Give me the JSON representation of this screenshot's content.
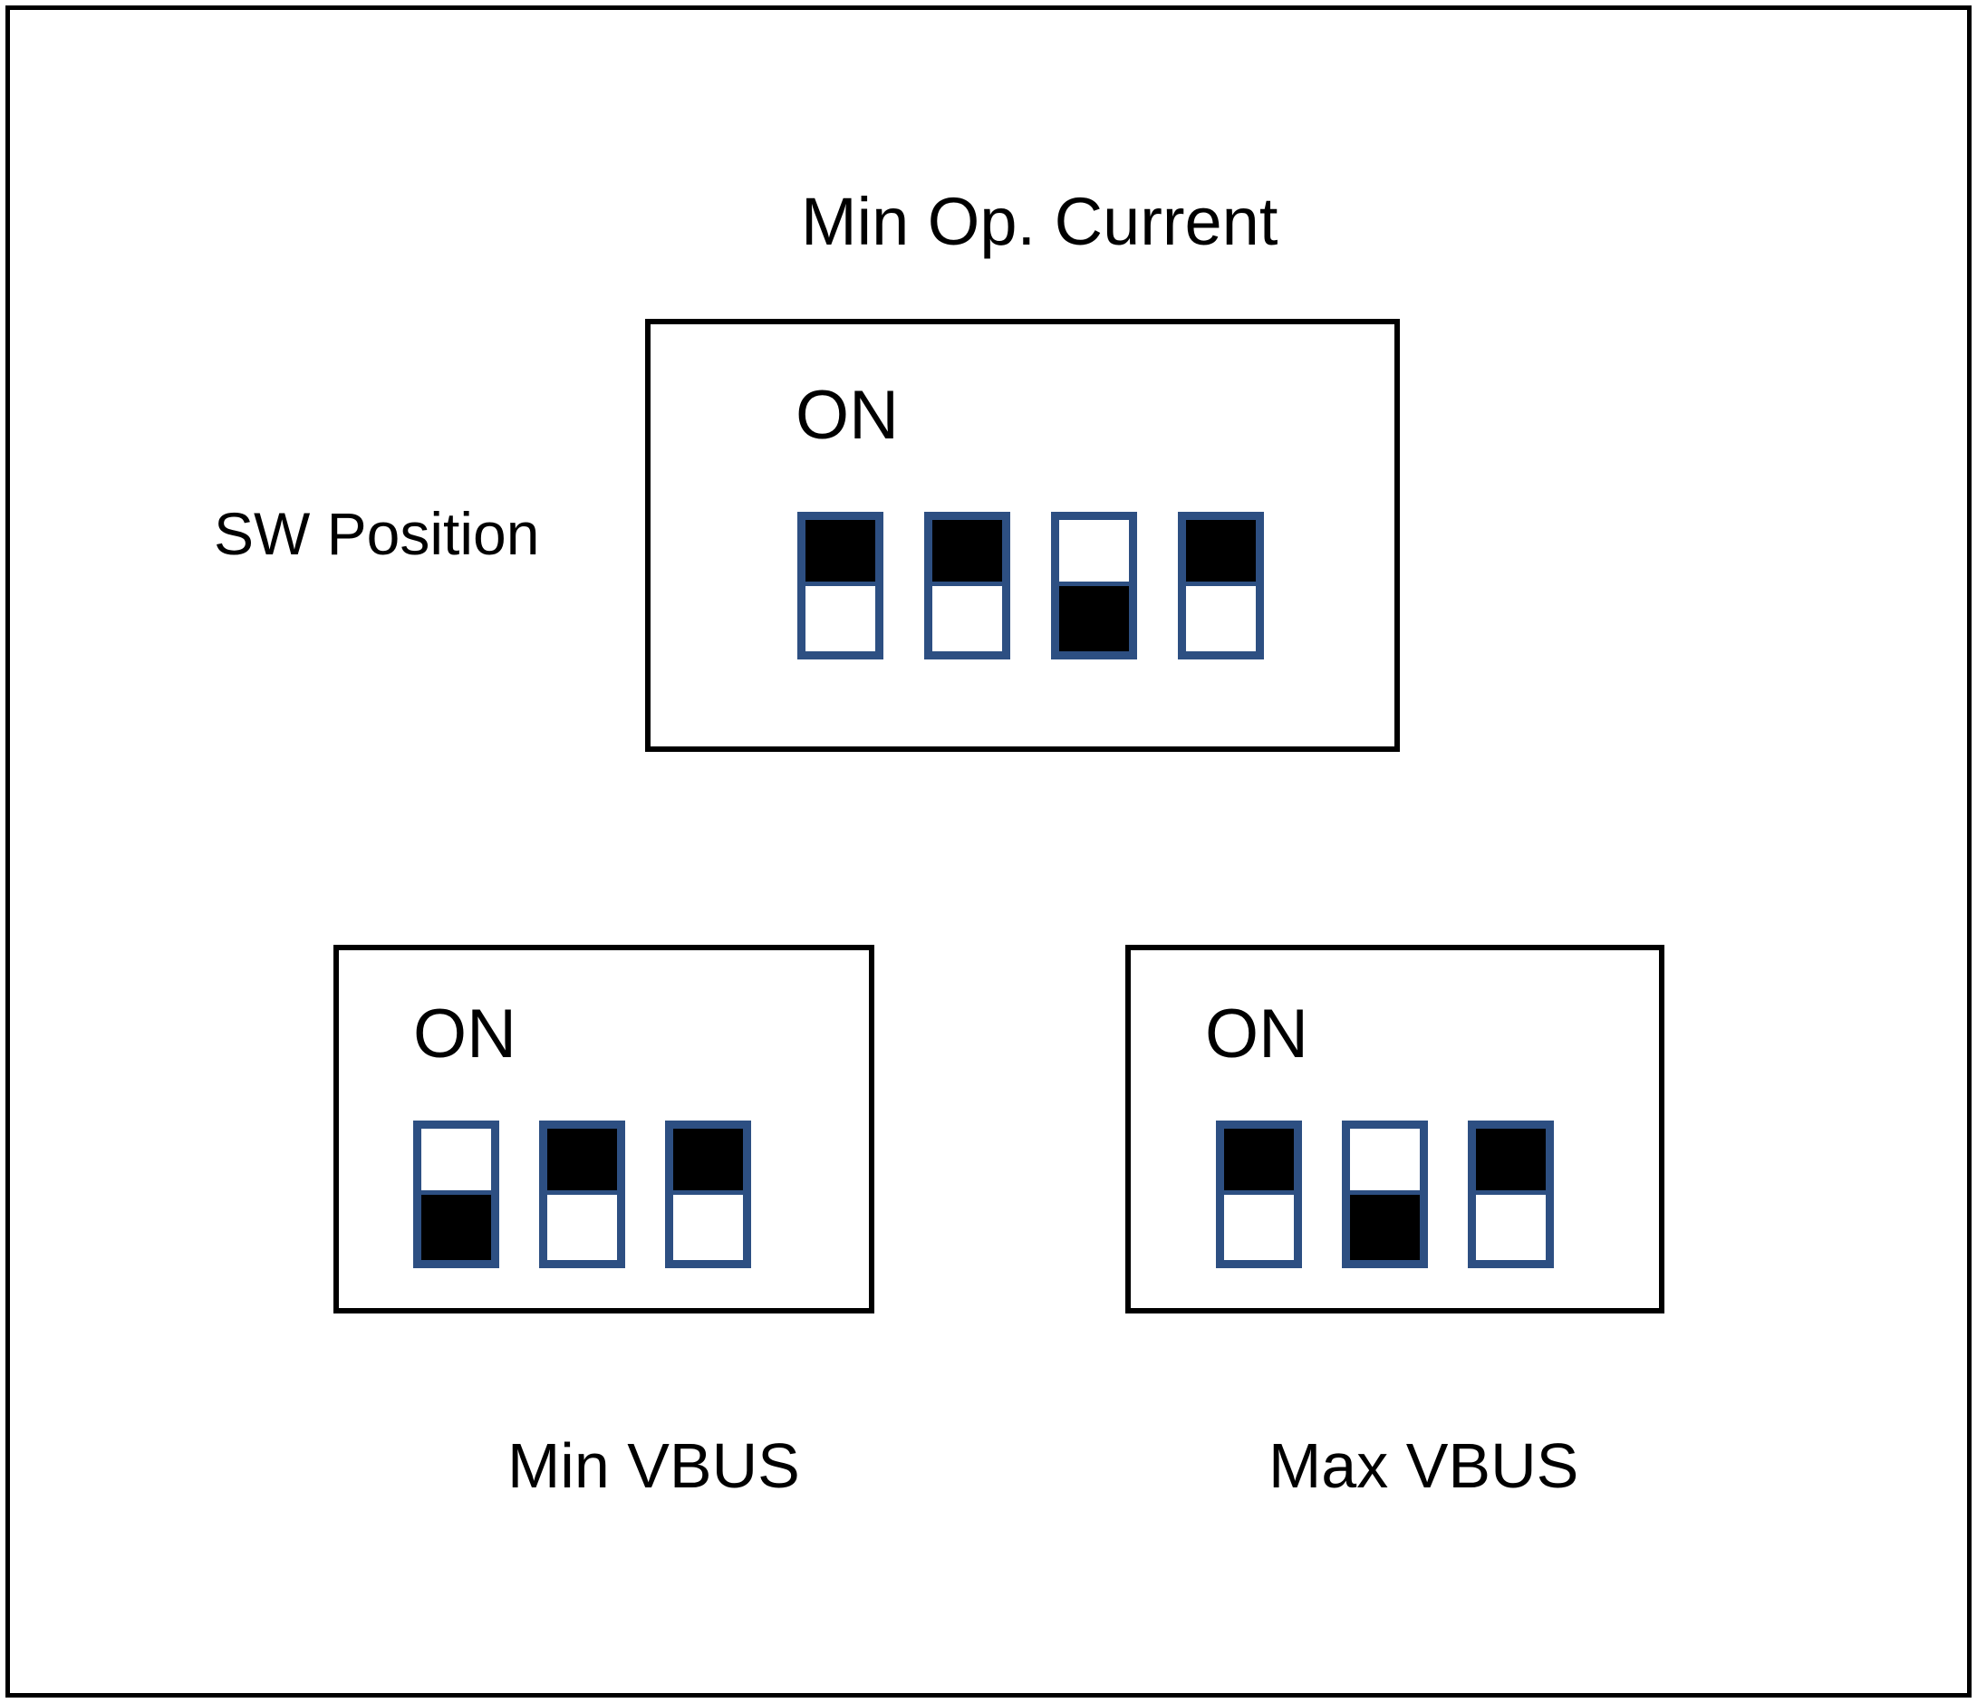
{
  "diagram": {
    "title": "Min Op. Current",
    "side_label": "SW Position",
    "on_label": "ON",
    "border_color": "#000000",
    "switch_border_color": "#2d4f82",
    "switch_fill_color": "#000000",
    "background_color": "#ffffff"
  },
  "banks": [
    {
      "id": "min-op-current",
      "title": "Min Op. Current",
      "caption": "",
      "on_label": "ON",
      "switch_count": 4,
      "switches": [
        {
          "index": 1,
          "position": "up",
          "state": "ON"
        },
        {
          "index": 2,
          "position": "up",
          "state": "ON"
        },
        {
          "index": 3,
          "position": "down",
          "state": "OFF"
        },
        {
          "index": 4,
          "position": "up",
          "state": "ON"
        }
      ]
    },
    {
      "id": "min-vbus",
      "title": "",
      "caption": "Min VBUS",
      "on_label": "ON",
      "switch_count": 3,
      "switches": [
        {
          "index": 1,
          "position": "down",
          "state": "OFF"
        },
        {
          "index": 2,
          "position": "up",
          "state": "ON"
        },
        {
          "index": 3,
          "position": "up",
          "state": "ON"
        }
      ]
    },
    {
      "id": "max-vbus",
      "title": "",
      "caption": "Max VBUS",
      "on_label": "ON",
      "switch_count": 3,
      "switches": [
        {
          "index": 1,
          "position": "up",
          "state": "ON"
        },
        {
          "index": 2,
          "position": "down",
          "state": "OFF"
        },
        {
          "index": 3,
          "position": "up",
          "state": "ON"
        }
      ]
    }
  ]
}
